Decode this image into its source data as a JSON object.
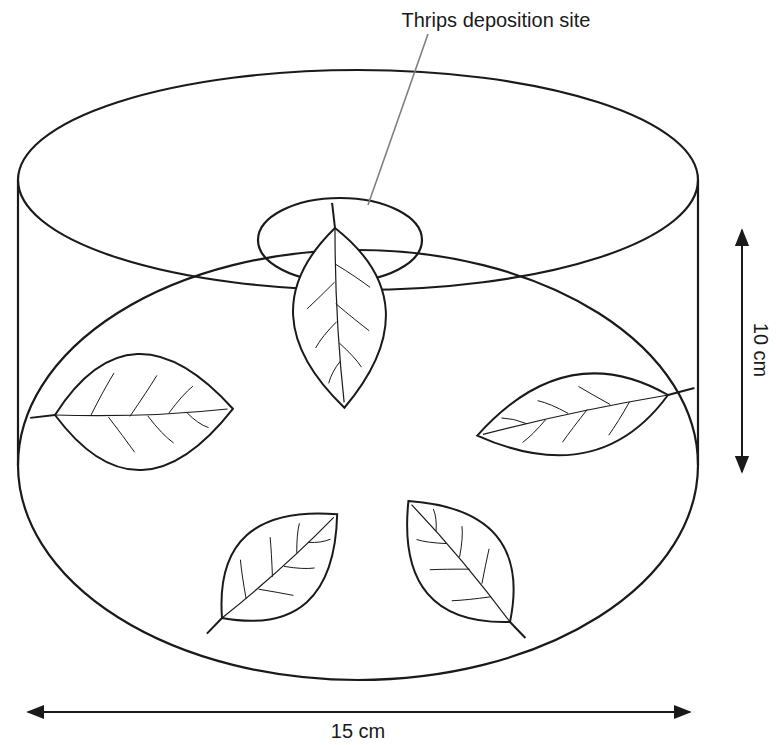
{
  "diagram": {
    "labels": [
      "Thrips deposition site",
      "10 cm",
      "15 cm"
    ]
  }
}
